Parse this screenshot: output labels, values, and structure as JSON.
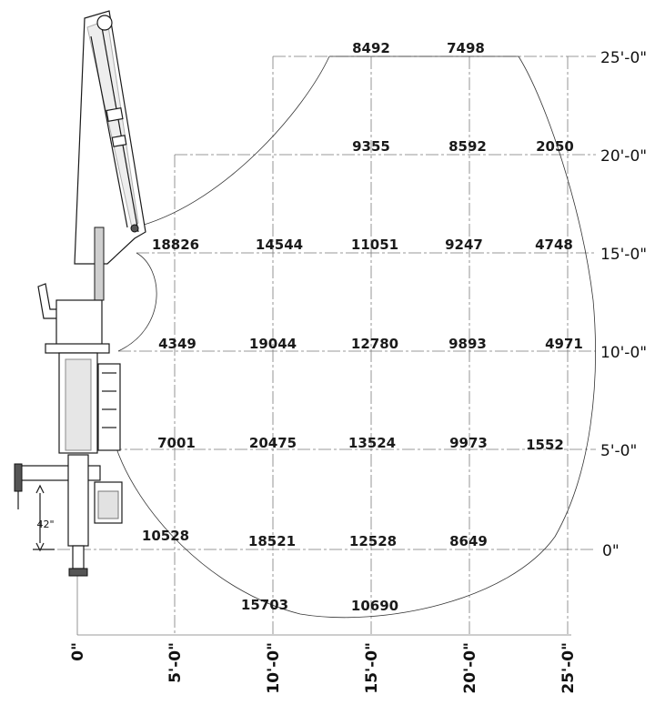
{
  "diagram": {
    "x_axis_labels": [
      "0\"",
      "5'-0\"",
      "10'-0\"",
      "15'-0\"",
      "20'-0\"",
      "25'-0\""
    ],
    "y_axis_labels": [
      "25'-0\"",
      "20'-0\"",
      "15'-0\"",
      "10'-0\"",
      "5'-0\"",
      "0\""
    ],
    "mount_height_label": "42\"",
    "capacity_rows": [
      {
        "height": "25'",
        "values": [
          "8492",
          "7498"
        ]
      },
      {
        "height": "20'",
        "values": [
          "9355",
          "8592",
          "2050"
        ]
      },
      {
        "height": "15'",
        "values": [
          "18826",
          "14544",
          "11051",
          "9247",
          "4748"
        ]
      },
      {
        "height": "10'",
        "values": [
          "4349",
          "19044",
          "12780",
          "9893",
          "4971"
        ]
      },
      {
        "height": "5'",
        "values": [
          "7001",
          "20475",
          "13524",
          "9973",
          "1552"
        ]
      },
      {
        "height": "0'",
        "values": [
          "10528",
          "18521",
          "12528",
          "8649"
        ]
      },
      {
        "height": "below 0'",
        "values": [
          "15703",
          "10690"
        ]
      }
    ]
  }
}
